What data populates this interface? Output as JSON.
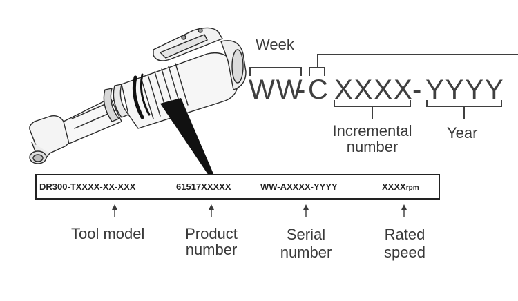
{
  "serial_breakdown": {
    "week_label": "Week",
    "code_ww": "WW",
    "dash1": "-",
    "code_c": "C",
    "code_xxxx": "XXXX",
    "dash2": "-",
    "code_yyyy": "YYYY",
    "incremental_line1": "Incremental",
    "incremental_line2": "number",
    "year_label": "Year"
  },
  "nameplate": {
    "tool_model": "DR300-TXXXX-XX-XXX",
    "product_number": "61517XXXXX",
    "serial_number": "WW-AXXXX-YYYY",
    "rated_speed_value": "XXXX",
    "rated_speed_unit": "rpm"
  },
  "callouts": {
    "tool_model": "Tool model",
    "product_line1": "Product",
    "product_line2": "number",
    "serial_line1": "Serial",
    "serial_line2": "number",
    "speed_line1": "Rated",
    "speed_line2": "speed"
  }
}
